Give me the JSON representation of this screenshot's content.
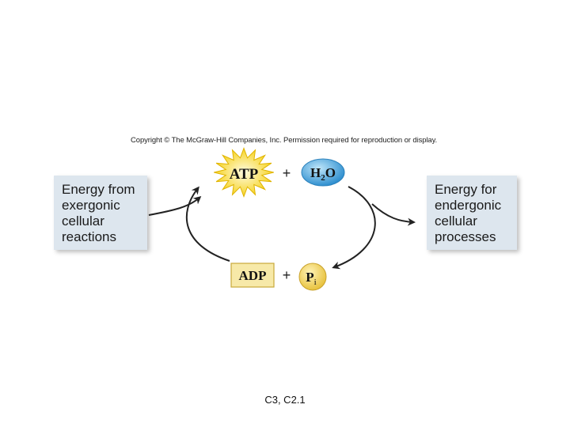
{
  "copyright": "Copyright © The McGraw-Hill Companies, Inc. Permission required for reproduction or display.",
  "left_box": {
    "lines": [
      "Energy from",
      "exergonic",
      "cellular",
      "reactions"
    ]
  },
  "right_box": {
    "lines": [
      "Energy for",
      "endergonic",
      "cellular",
      "processes"
    ]
  },
  "top_row": {
    "atp": "ATP",
    "plus": "+",
    "water": {
      "base": "H",
      "sub": "2",
      "rest": "O"
    }
  },
  "bottom_row": {
    "adp": "ADP",
    "plus": "+",
    "phosphate": {
      "base": "P",
      "sub": "i"
    }
  },
  "footer": "C3, C2.1",
  "colors": {
    "box_bg": "#dde6ee",
    "atp_burst": "#f5d31c",
    "water_drop": "#4aa8dc",
    "adp_box": "#f7e9a8",
    "phosphate_circle": "#f2d35a"
  }
}
